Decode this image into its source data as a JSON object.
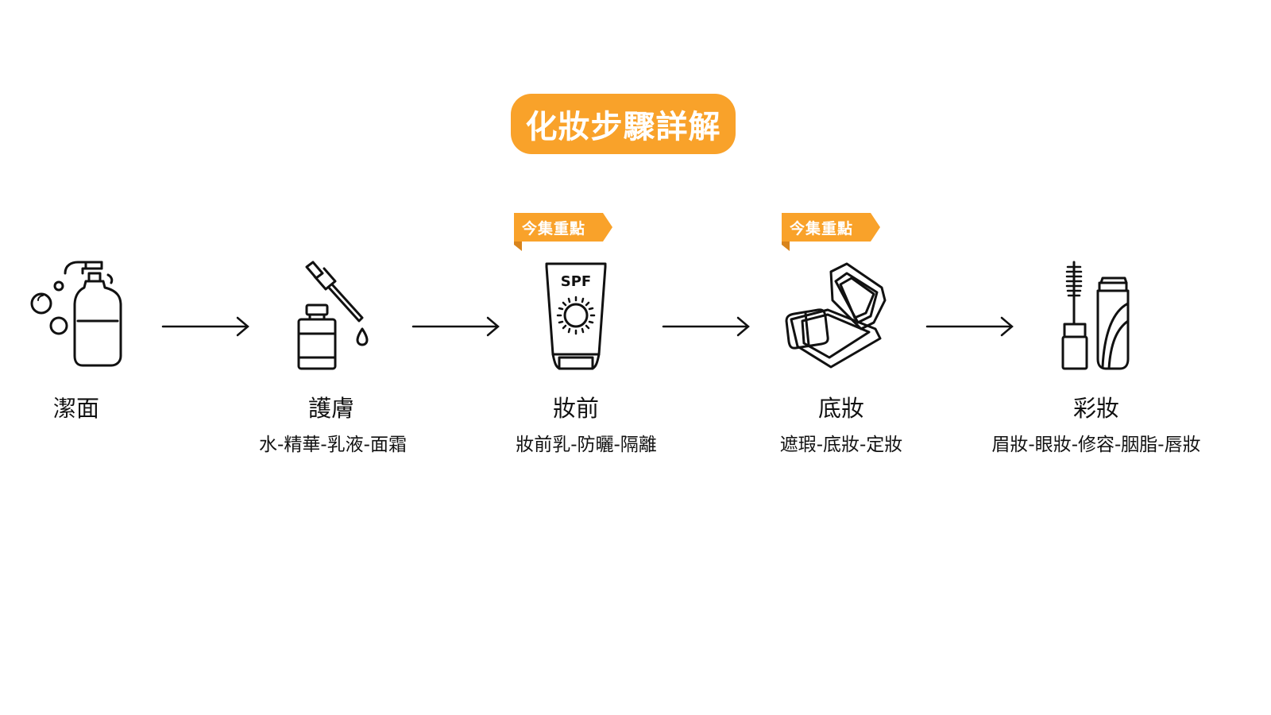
{
  "title": "化妝步驟詳解",
  "highlight_badge": "今集重點",
  "steps": [
    {
      "title": "潔面",
      "subtitle": ""
    },
    {
      "title": "護膚",
      "subtitle": "水-精華-乳液-面霜"
    },
    {
      "title": "妝前",
      "subtitle": "妝前乳-防曬-隔離",
      "icon_text": "SPF"
    },
    {
      "title": "底妝",
      "subtitle": "遮瑕-底妝-定妝"
    },
    {
      "title": "彩妝",
      "subtitle": "眉妝-眼妝-修容-胭脂-唇妝"
    }
  ],
  "icons": [
    "soap-pump-bottle",
    "serum-dropper-bottle",
    "sunscreen-tube",
    "powder-compact",
    "mascara-and-lipstick"
  ],
  "colors": {
    "accent": "#F9A22A",
    "accent_dark": "#D8841C",
    "text": "#111111",
    "background": "#FFFFFF"
  }
}
